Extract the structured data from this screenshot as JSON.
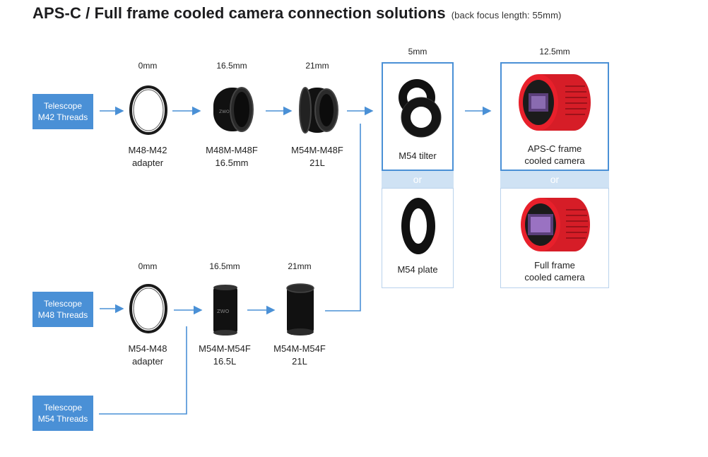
{
  "title": "APS-C / Full frame cooled camera connection solutions",
  "subtitle": "(back focus length: 55mm)",
  "colors": {
    "accent": "#4a90d6",
    "or_fill": "#cfe2f4",
    "camera_red": "#e8202b",
    "part_black": "#1a1a1a"
  },
  "telescopes": [
    {
      "line1": "Telescope",
      "line2": "M42 Threads"
    },
    {
      "line1": "Telescope",
      "line2": "M48 Threads"
    },
    {
      "line1": "Telescope",
      "line2": "M54 Threads"
    }
  ],
  "row1": [
    {
      "mm": "0mm",
      "line1": "M48-M42",
      "line2": "adapter"
    },
    {
      "mm": "16.5mm",
      "line1": "M48M-M48F",
      "line2": "16.5mm"
    },
    {
      "mm": "21mm",
      "line1": "M54M-M48F",
      "line2": "21L"
    }
  ],
  "row2": [
    {
      "mm": "0mm",
      "line1": "M54-M48",
      "line2": "adapter"
    },
    {
      "mm": "16.5mm",
      "line1": "M54M-M54F",
      "line2": "16.5L"
    },
    {
      "mm": "21mm",
      "line1": "M54M-M54F",
      "line2": "21L"
    }
  ],
  "tilter_group": {
    "mm": "5mm",
    "option1": "M54 tilter",
    "or": "or",
    "option2": "M54 plate"
  },
  "camera_group": {
    "mm": "12.5mm",
    "option1_line1": "APS-C frame",
    "option1_line2": "cooled camera",
    "or": "or",
    "option2_line1": "Full frame",
    "option2_line2": "cooled camera"
  }
}
